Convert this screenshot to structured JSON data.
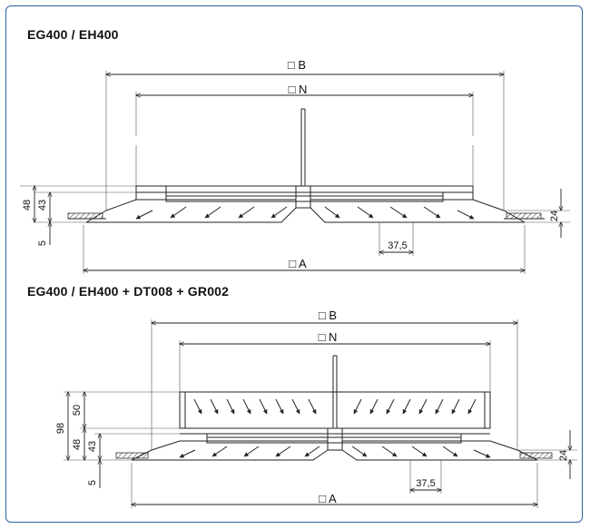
{
  "header": {
    "title_top": "EG400 / EH400",
    "title_bottom": "EG400 / EH400 + DT008 + GR002"
  },
  "top_drawing": {
    "dim_B": "□ B",
    "dim_N": "□ N",
    "dim_A": "□ A",
    "dim_48": "48",
    "dim_43": "43",
    "dim_5": "5",
    "dim_24": "24",
    "dim_pitch": "37,5"
  },
  "bottom_drawing": {
    "dim_B": "□ B",
    "dim_N": "□ N",
    "dim_A": "□ A",
    "dim_98": "98",
    "dim_50": "50",
    "dim_48": "48",
    "dim_43": "43",
    "dim_5": "5",
    "dim_24": "24",
    "dim_pitch": "37,5"
  },
  "colors": {
    "frame_border": "#2b5fa8"
  }
}
